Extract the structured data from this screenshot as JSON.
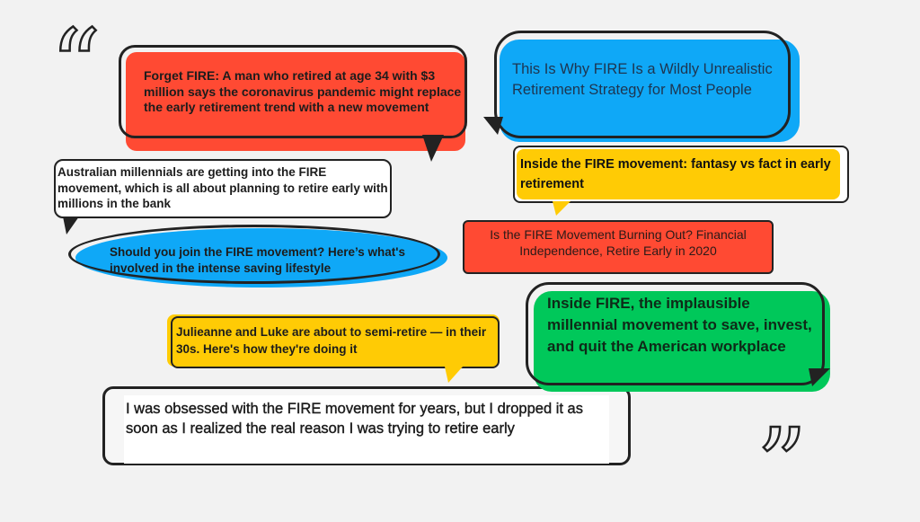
{
  "quote_marks": {
    "open": "“",
    "close": "”"
  },
  "colors": {
    "red": "#ff4a33",
    "blue": "#0fa8f7",
    "yellow": "#ffcb05",
    "green": "#00c85a",
    "white": "#ffffff",
    "outline": "#222222"
  },
  "headlines": [
    {
      "text": "Forget FIRE: A man who retired at age 34 with $3 million says the coronavirus pandemic might replace the early retirement trend with a new movement"
    },
    {
      "text": "Australian millennials are getting into the FIRE movement, which is all about planning to retire early with millions in the bank"
    },
    {
      "text": "Should you join the FIRE movement? Here’s what's involved in the intense saving lifestyle"
    },
    {
      "text": "Julieanne and Luke are about to semi-retire — in their 30s. Here's how they're doing it"
    },
    {
      "text": "I was obsessed with the FIRE movement for years, but I dropped it as soon as I realized the real reason I was trying to retire early"
    },
    {
      "text": "This Is Why FIRE Is a Wildly Unrealistic Retirement Strategy for Most People"
    },
    {
      "text": "Inside the FIRE movement: fantasy vs fact in early retirement"
    },
    {
      "text": "Is the FIRE Movement Burning Out? Financial Independence, Retire Early in 2020"
    },
    {
      "text": "Inside FIRE, the implausible millennial movement to save, invest, and quit the American workplace"
    }
  ]
}
